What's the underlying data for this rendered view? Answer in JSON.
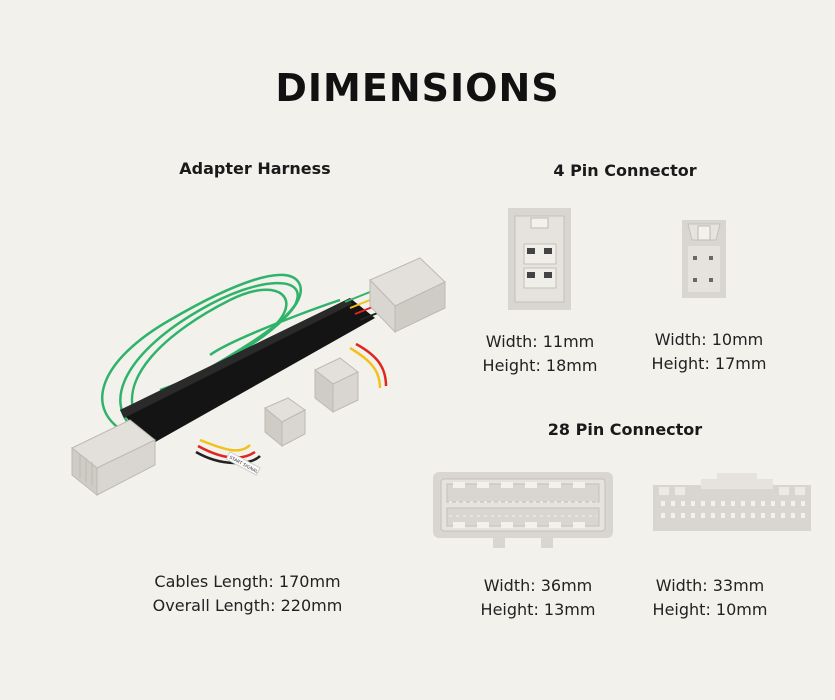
{
  "title": "DIMENSIONS",
  "harness": {
    "heading": "Adapter Harness",
    "sticker_text": "START SIGNAL",
    "cables_length": "Cables Length: 170mm",
    "overall_length": "Overall Length: 220mm"
  },
  "four_pin": {
    "heading": "4 Pin Connector",
    "a_width": "Width: 11mm",
    "a_height": "Height: 18mm",
    "b_width": "Width: 10mm",
    "b_height": "Height: 17mm"
  },
  "twentyeight_pin": {
    "heading": "28 Pin Connector",
    "a_width": "Width: 36mm",
    "a_height": "Height: 13mm",
    "b_width": "Width: 33mm",
    "b_height": "Height: 10mm"
  },
  "colors": {
    "background": "#f3f1ec",
    "connector_body": "#d9d6d1",
    "connector_shadow": "#bdb9b3",
    "harness_sleeve": "#141414",
    "wire_green": "#2fb36b",
    "wire_yellow": "#f2c21b",
    "wire_red": "#e0261f"
  }
}
